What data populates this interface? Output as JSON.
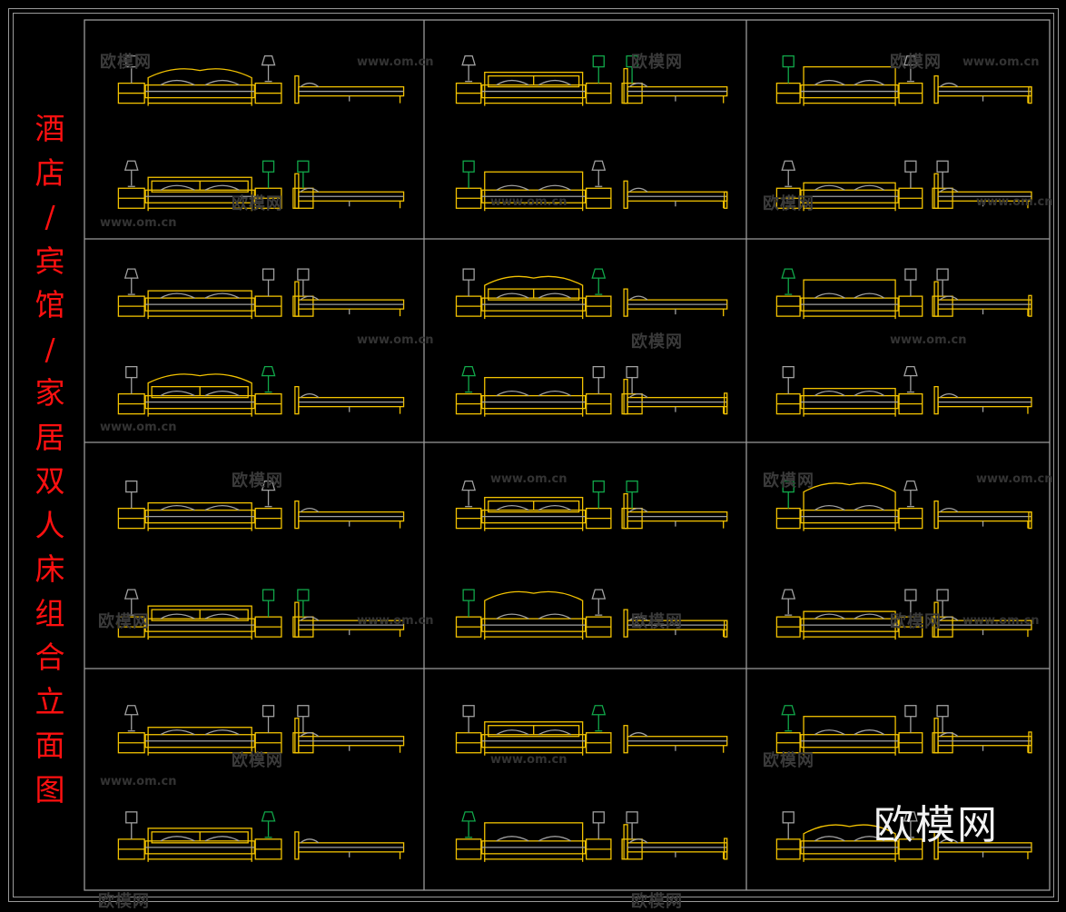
{
  "title": {
    "chars": [
      "酒",
      "店",
      "/",
      "宾",
      "馆",
      "/",
      "家",
      "居",
      "双",
      "人",
      "床",
      "组",
      "合",
      "立",
      "面",
      "图"
    ]
  },
  "watermark": {
    "brand": "欧模网",
    "url": "www.om.cn"
  },
  "logo": "欧模网",
  "colors": {
    "line_primary": "#f2c200",
    "line_secondary": "#a0a0a0",
    "lamp_green": "#11a84a",
    "title_red": "#ff1010",
    "frame": "#9a9a9a"
  },
  "grid": {
    "columns": 3,
    "rows": 4,
    "drawings_per_cell": 4
  }
}
